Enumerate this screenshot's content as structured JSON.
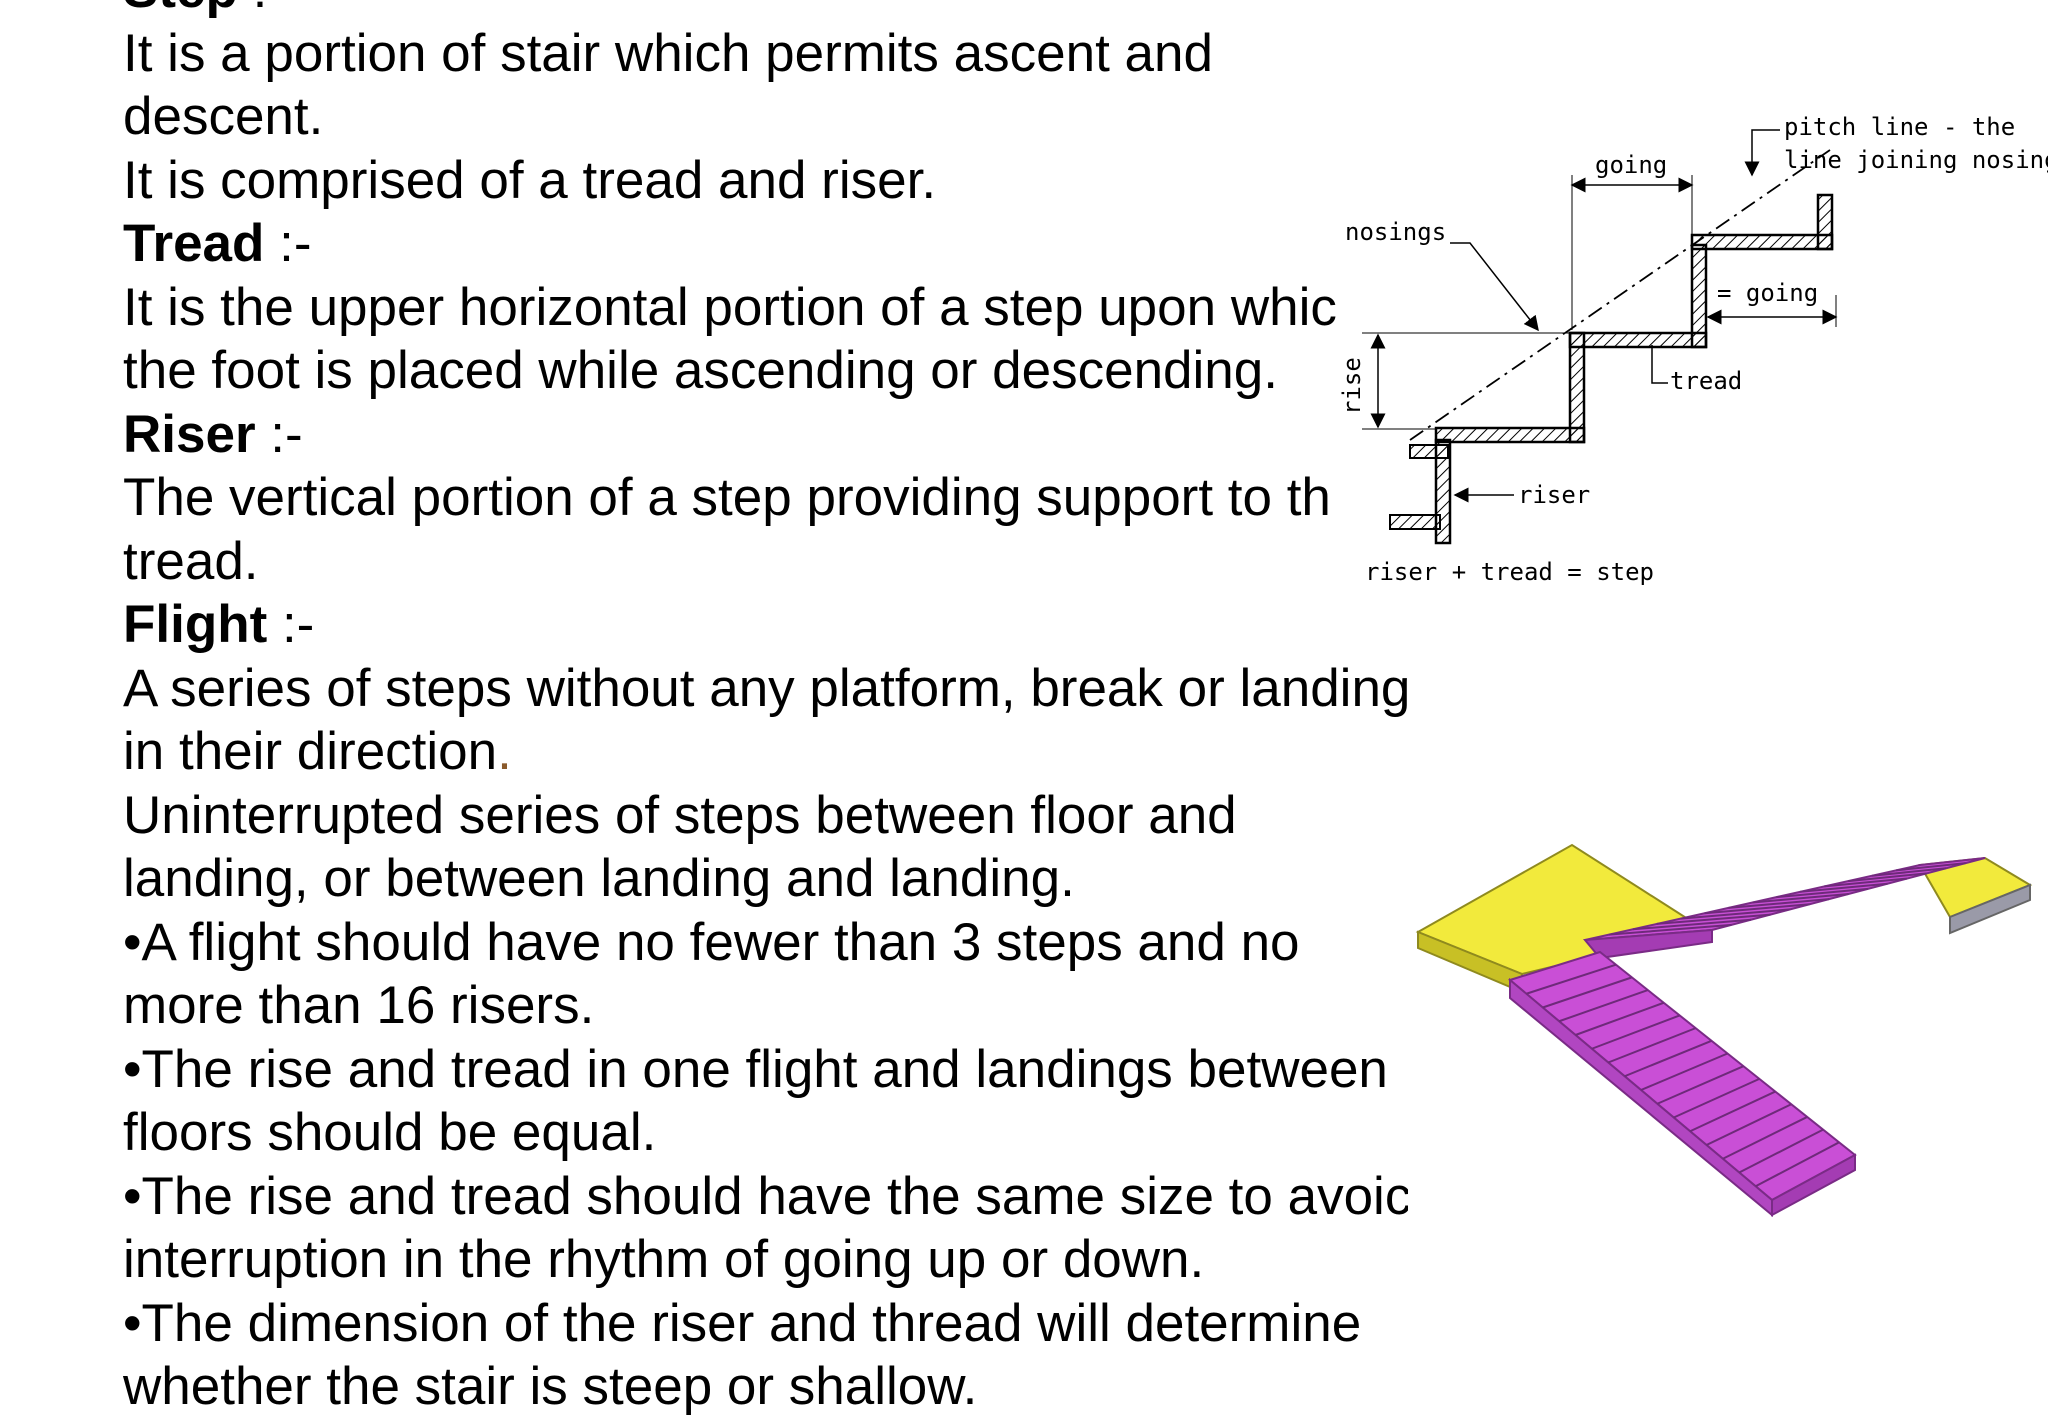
{
  "text": {
    "step_heading": "Step",
    "step_suffix": " :-",
    "step_line1": "It is a portion of stair  which permits ascent and",
    "step_line2": "descent.",
    "step_line3": "It is comprised of a tread and riser.",
    "tread_heading": "Tread",
    "tread_suffix": " :-",
    "tread_line1": "It is the upper horizontal portion of a step upon whic",
    "tread_line2": "the foot is placed while ascending or descending.",
    "riser_heading": "Riser",
    "riser_suffix": " :-",
    "riser_line1": " The vertical portion of a step providing support to th",
    "riser_line2": "tread.",
    "flight_heading": "Flight",
    "flight_suffix": " :-",
    "flight_line1": "A series of steps without any platform, break or landing",
    "flight_line2": "in their direction",
    "flight_line2_end": ".",
    "flight_line3": "Uninterrupted series of steps between floor and",
    "flight_line4": "landing, or between landing and landing.",
    "bullet1_line1": "•A flight should have no fewer than 3 steps and no",
    "bullet1_line2": "more than 16 risers.",
    "bullet2_line1": "•The rise and tread in one flight and landings between",
    "bullet2_line2": "floors should be equal.",
    "bullet3_line1": " •The rise and tread should have the same size to avoic",
    "bullet3_line2": "interruption in the rhythm of going up or down.",
    "bullet4_line1": " •The dimension of the riser and thread will determine",
    "bullet4_line2": "whether the stair is steep or shallow."
  },
  "diagram": {
    "label_going_top": "going",
    "label_pitch_1": "pitch  line -  the",
    "label_pitch_2": "line  joining nosings",
    "label_nosings": "nosings",
    "label_going_eq": "= going",
    "label_tread": "tread",
    "label_rise": "rise",
    "label_riser": "riser",
    "label_formula": "riser  +  tread = step"
  },
  "colors": {
    "landing_yellow": "#f2ea3c",
    "flight_magenta": "#c94fd6",
    "text": "#000000"
  }
}
